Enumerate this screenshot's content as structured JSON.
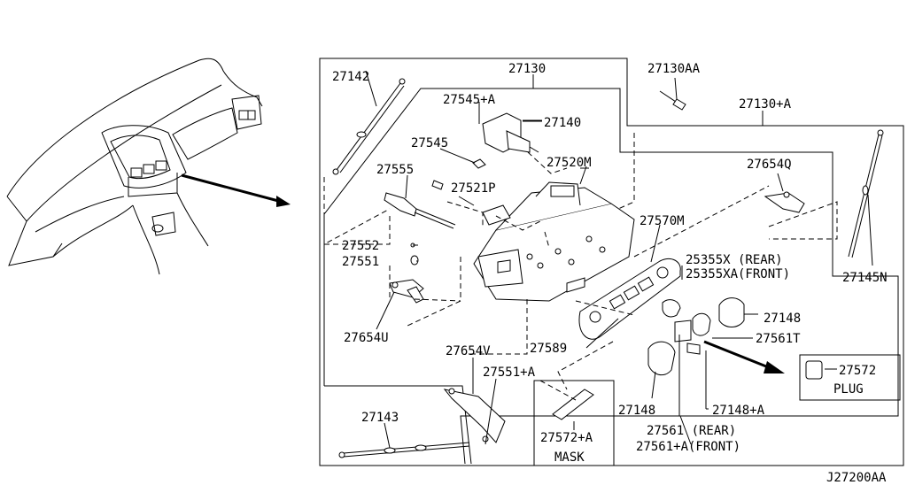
{
  "labels": {
    "p27142": "27142",
    "p27130": "27130",
    "p27130AA": "27130AA",
    "p27130A": "27130+A",
    "p27545A": "27545+A",
    "p27140": "27140",
    "p27545": "27545",
    "p27520M": "27520M",
    "p27555": "27555",
    "p27521P": "27521P",
    "p27654Q": "27654Q",
    "p27570M": "27570M",
    "p27552": "27552",
    "p27551": "27551",
    "p25355X": "25355X (REAR)",
    "p25355XA": "25355XA(FRONT)",
    "p27145N": "27145N",
    "p27654U": "27654U",
    "p27148_r": "27148",
    "p27561T": "27561T",
    "p27589": "27589",
    "p27654V": "27654V",
    "p27551A": "27551+A",
    "p27572": "27572",
    "plug": "PLUG",
    "p27148_l": "27148",
    "p27148A": "27148+A",
    "p27143": "27143",
    "p27572A": "27572+A",
    "mask": "MASK",
    "p27561": "27561 (REAR)",
    "p27561A": "27561+A(FRONT)",
    "diagram_code": "J27200AA"
  }
}
